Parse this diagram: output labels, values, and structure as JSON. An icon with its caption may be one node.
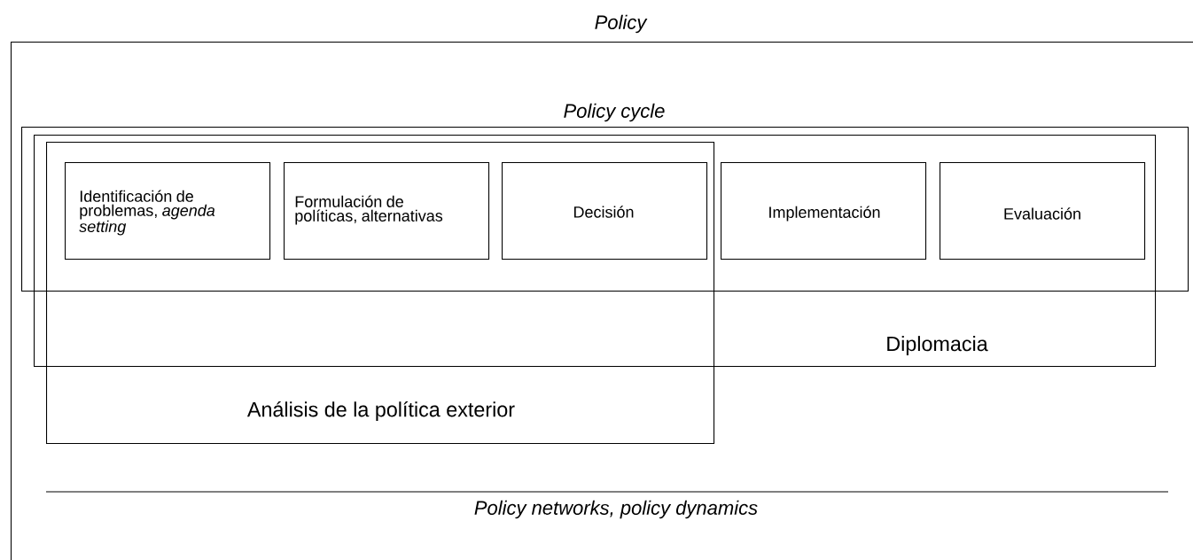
{
  "diagram": {
    "nodes": [
      {
        "text": [
          "Policy"
        ]
      },
      {
        "text": [
          "Policy cycle"
        ],
        "in": 0
      },
      {
        "text": [
          "Diplomacia"
        ],
        "in": 0
      },
      {
        "text": [
          "Análisis de la política exterior"
        ],
        "in": 0
      },
      {
        "text": [
          "Identificación de problemas, *agenda setting*"
        ]
      },
      {
        "text": [
          "Formulación de políticas, alternativas"
        ]
      },
      {
        "text": [
          "Decisión"
        ]
      },
      {
        "text": [
          "Implementación"
        ],
        "in": 1
      },
      {
        "text": [
          "Evaluación"
        ],
        "in": 1
      }
    ],
    "labels": [
      "Policy networks, policy dynamics"
    ]
  }
}
